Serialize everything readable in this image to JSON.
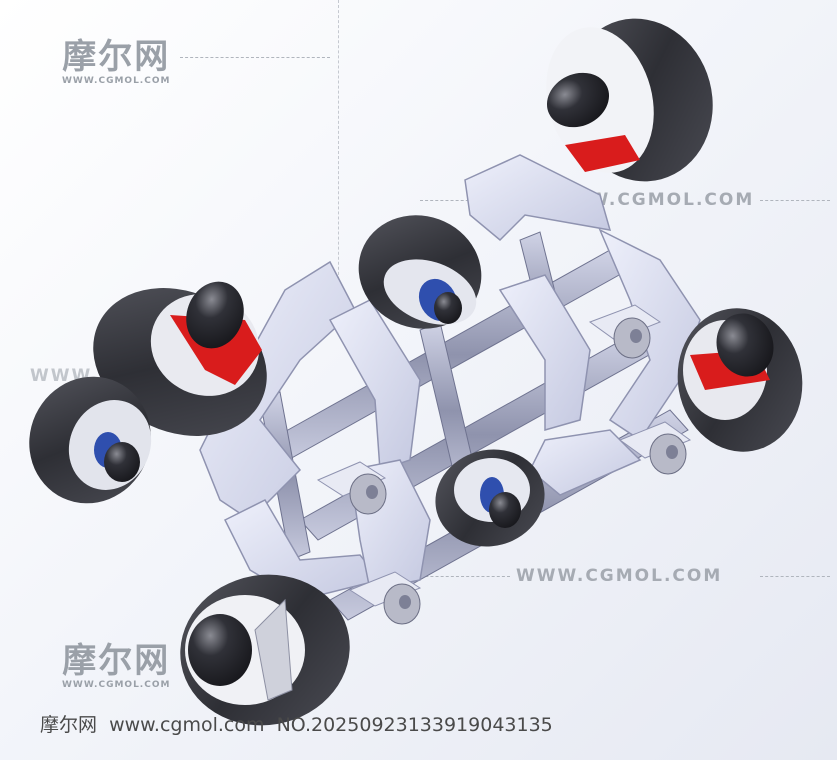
{
  "watermark": {
    "logo_cn": "摩尔网",
    "logo_en": "WWW.CGMOL.COM",
    "site_text": "WWW.CGMOL.COM"
  },
  "footer": {
    "site_name": "摩尔网",
    "url": "www.cgmol.com",
    "serial": "NO.2025092313391904313​5"
  },
  "colors": {
    "frame": "#d9dcef",
    "frame_shadow": "#a9adc8",
    "duct": "#3c3d44",
    "accent_red": "#d91c1c",
    "motor_blue": "#2f4fae"
  }
}
